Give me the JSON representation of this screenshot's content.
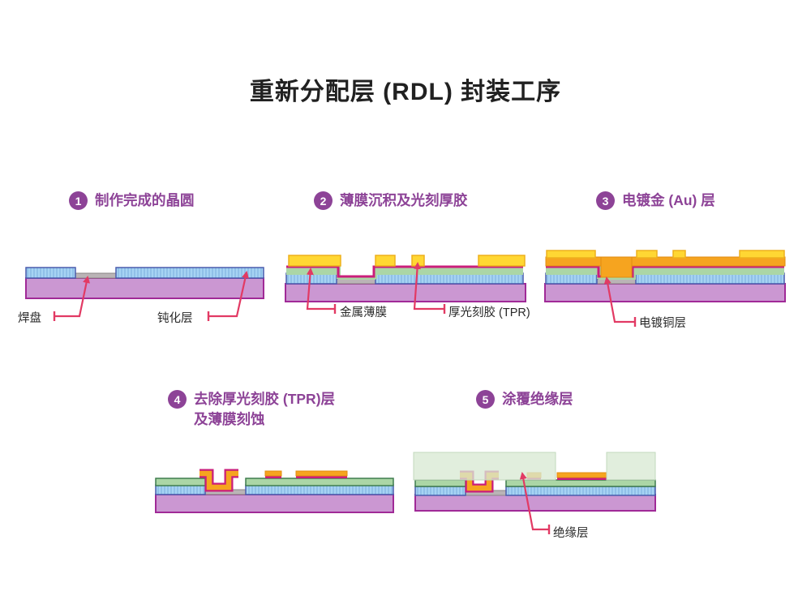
{
  "title": "重新分配层 (RDL) 封装工序",
  "steps": [
    {
      "number": "1",
      "label": "制作完成的晶圆"
    },
    {
      "number": "2",
      "label": "薄膜沉积及光刻厚胶"
    },
    {
      "number": "3",
      "label": "电镀金 (Au) 层"
    },
    {
      "number": "4",
      "label": "去除厚光刻胶 (TPR)层",
      "label_line2": "及薄膜刻蚀"
    },
    {
      "number": "5",
      "label": "涂覆绝缘层"
    }
  ],
  "annotations": {
    "pad": "焊盘",
    "passivation": "钝化层",
    "metal_film": "金属薄膜",
    "thick_resist": "厚光刻胶 (TPR)",
    "plated_copper": "电镀铜层",
    "insulation": "绝缘层"
  },
  "colors": {
    "accent_purple": "#8d4397",
    "leader_crimson": "#e23a64",
    "substrate_fill": "#cb97d2",
    "substrate_border": "#a02a97",
    "passivation_fill": "#a6d3f3",
    "passivation_border": "#4a5cad",
    "pad_fill": "#bab4b6",
    "metal_film_fill": "#abd6a6",
    "metal_film_edge": "#ca1d7b",
    "resist_fill": "#ffd733",
    "gold_fill": "#f6a41f",
    "insulation_fill": "#d9e9d4"
  }
}
